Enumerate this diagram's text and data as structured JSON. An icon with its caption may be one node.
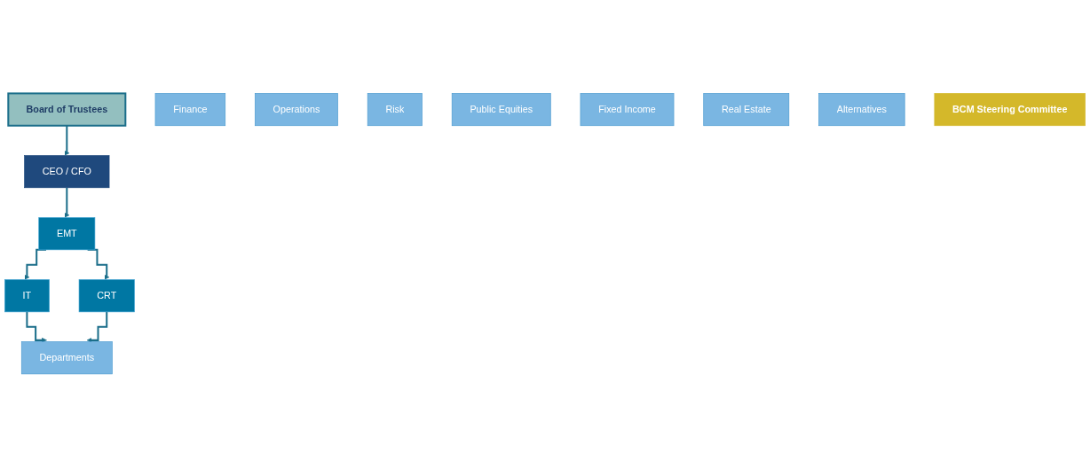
{
  "diagram": {
    "nodes": [
      {
        "text": [
          "Board of Trustees"
        ]
      },
      {
        "text": [
          "CEO / CFO"
        ]
      },
      {
        "text": [
          "EMT"
        ]
      },
      {
        "text": [
          "IT"
        ]
      },
      {
        "text": [
          "CRT"
        ]
      },
      {
        "text": [
          "Departments"
        ]
      },
      {
        "text": [
          "Finance"
        ]
      },
      {
        "text": [
          "Operations"
        ]
      },
      {
        "text": [
          "Risk"
        ]
      },
      {
        "text": [
          "Public Equities"
        ]
      },
      {
        "text": [
          "Fixed Income"
        ]
      },
      {
        "text": [
          "Real Estate"
        ]
      },
      {
        "text": [
          "Alternatives"
        ]
      },
      {
        "text": [
          "BCM Steering Committee"
        ]
      }
    ],
    "edges": [
      {
        "from": 0,
        "to": 1,
        "arrow": "to"
      },
      {
        "from": 1,
        "to": 2,
        "arrow": "to"
      },
      {
        "from": 2,
        "to": 3,
        "arrow": "to"
      },
      {
        "from": 2,
        "to": 4,
        "arrow": "to"
      },
      {
        "from": 3,
        "to": 5,
        "arrow": "to"
      },
      {
        "from": 4,
        "to": 5,
        "arrow": "to"
      }
    ]
  }
}
